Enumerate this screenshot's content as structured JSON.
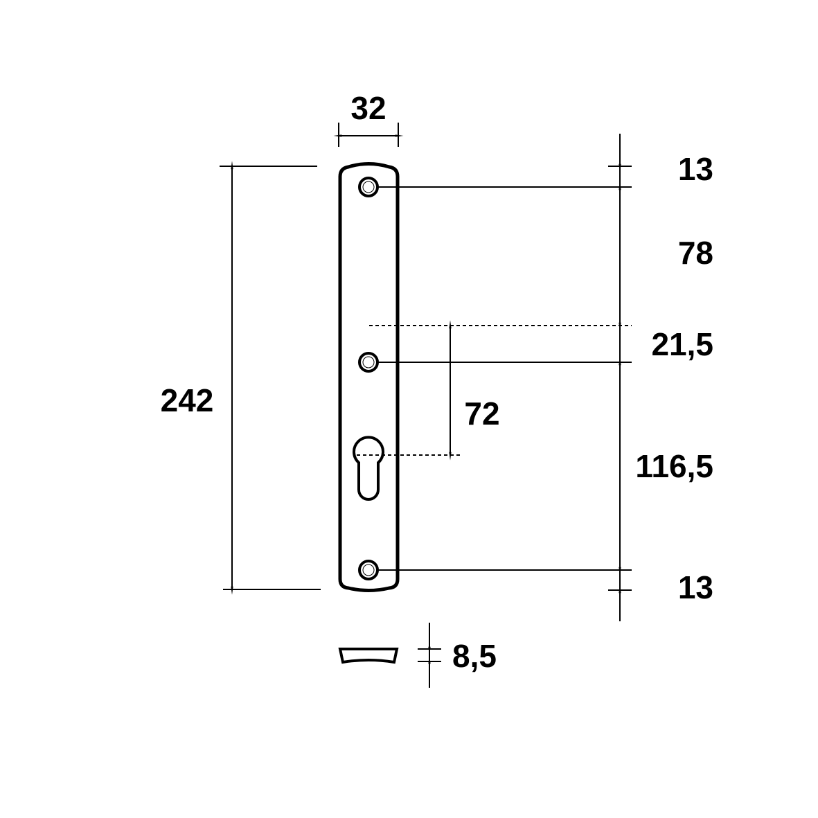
{
  "title": "Lock plate dimension drawing",
  "colors": {
    "line": "#000000",
    "background": "#ffffff"
  },
  "units": "mm",
  "dimensions": {
    "plate_width": "32",
    "plate_height": "242",
    "top_margin": "13",
    "top_to_handle": "78",
    "handle_offset": "21,5",
    "handle_to_bottom": "116,5",
    "bottom_margin": "13",
    "handle_to_cylinder": "72",
    "thickness": "8,5"
  }
}
